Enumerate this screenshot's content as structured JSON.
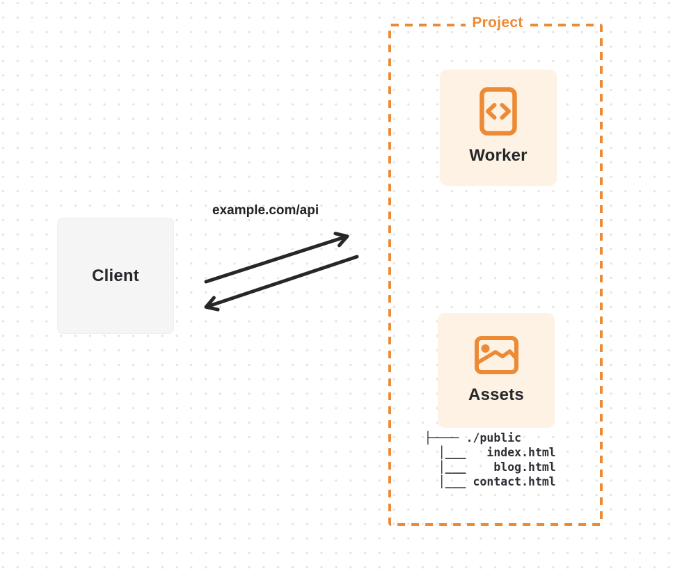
{
  "client": {
    "label": "Client"
  },
  "request": {
    "url_label": "example.com/api"
  },
  "project": {
    "label": "Project",
    "worker": {
      "label": "Worker",
      "icon": "code-document-icon"
    },
    "assets": {
      "label": "Assets",
      "icon": "image-icon"
    },
    "file_tree": {
      "lines": [
        "├──── ./public",
        "  │___   index.html",
        "  │___    blog.html",
        "  │___ contact.html"
      ]
    }
  },
  "colors": {
    "accent_orange": "#ed8a35",
    "card_cream": "#fdf2e3",
    "card_gray": "#f5f5f6",
    "ink": "#25272b",
    "arrow": "#272727",
    "dot_grid": "#e3e3e3"
  }
}
